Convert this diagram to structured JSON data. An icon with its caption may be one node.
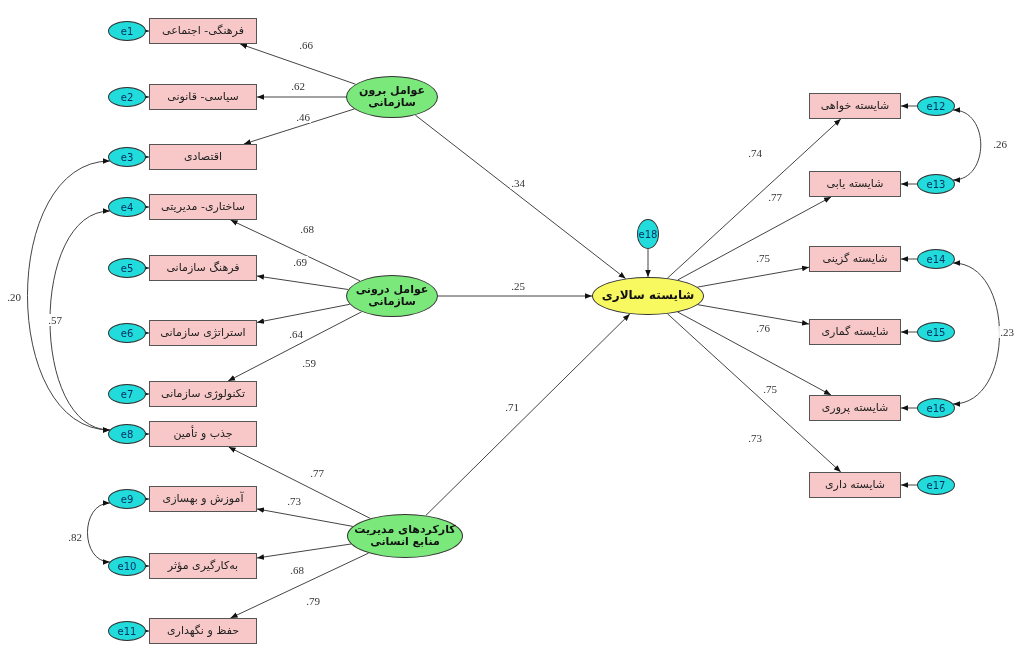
{
  "diagram": {
    "nodes": [
      {
        "text": [
          "عوامل برون سازمانی"
        ]
      },
      {
        "text": [
          "عوامل درونی سازمانی"
        ]
      },
      {
        "text": [
          "کارکردهای مدیریت منابع انسانی"
        ]
      },
      {
        "text": [
          "شایسته سالاری"
        ]
      },
      {
        "text": [
          "فرهنگی- اجتماعی"
        ]
      },
      {
        "text": [
          "سیاسی- قانونی"
        ]
      },
      {
        "text": [
          "اقتصادی"
        ]
      },
      {
        "text": [
          "ساختاری- مدیریتی"
        ]
      },
      {
        "text": [
          "فرهنگ سازمانی"
        ]
      },
      {
        "text": [
          "استراتژی سازمانی"
        ]
      },
      {
        "text": [
          "تکنولوژی سازمانی"
        ]
      },
      {
        "text": [
          "جذب و تأمین"
        ]
      },
      {
        "text": [
          "آموزش و بهسازی"
        ]
      },
      {
        "text": [
          "به‌کارگیری مؤثر"
        ]
      },
      {
        "text": [
          "حفظ و نگهداری"
        ]
      },
      {
        "text": [
          "e1"
        ]
      },
      {
        "text": [
          "e2"
        ]
      },
      {
        "text": [
          "e3"
        ]
      },
      {
        "text": [
          "e4"
        ]
      },
      {
        "text": [
          "e5"
        ]
      },
      {
        "text": [
          "e6"
        ]
      },
      {
        "text": [
          "e7"
        ]
      },
      {
        "text": [
          "e8"
        ]
      },
      {
        "text": [
          "e9"
        ]
      },
      {
        "text": [
          "e10"
        ]
      },
      {
        "text": [
          "e11"
        ]
      },
      {
        "text": [
          "شایسته خواهی"
        ]
      },
      {
        "text": [
          "شایسته یابی"
        ]
      },
      {
        "text": [
          "شایسته گزینی"
        ]
      },
      {
        "text": [
          "شایسته گماری"
        ]
      },
      {
        "text": [
          "شایسته پروری"
        ]
      },
      {
        "text": [
          "شایسته داری"
        ]
      },
      {
        "text": [
          "e12"
        ]
      },
      {
        "text": [
          "e13"
        ]
      },
      {
        "text": [
          "e14"
        ]
      },
      {
        "text": [
          "e15"
        ]
      },
      {
        "text": [
          "e16"
        ]
      },
      {
        "text": [
          "e17"
        ]
      },
      {
        "text": [
          "e18"
        ]
      }
    ],
    "edges": [
      {
        "from": 0,
        "to": 4,
        "arrow": "to",
        "label": ".66"
      },
      {
        "from": 0,
        "to": 5,
        "arrow": "to",
        "label": ".62"
      },
      {
        "from": 0,
        "to": 6,
        "arrow": "to",
        "label": ".46"
      },
      {
        "from": 1,
        "to": 7,
        "arrow": "to",
        "label": ".68"
      },
      {
        "from": 1,
        "to": 8,
        "arrow": "to",
        "label": ".69"
      },
      {
        "from": 1,
        "to": 9,
        "arrow": "to",
        "label": ".64"
      },
      {
        "from": 1,
        "to": 10,
        "arrow": "to",
        "label": ".59"
      },
      {
        "from": 2,
        "to": 11,
        "arrow": "to",
        "label": ".77"
      },
      {
        "from": 2,
        "to": 12,
        "arrow": "to",
        "label": ".73"
      },
      {
        "from": 2,
        "to": 13,
        "arrow": "to",
        "label": ".68"
      },
      {
        "from": 2,
        "to": 14,
        "arrow": "to",
        "label": ".79"
      },
      {
        "from": 0,
        "to": 3,
        "arrow": "to",
        "label": ".34"
      },
      {
        "from": 1,
        "to": 3,
        "arrow": "to",
        "label": ".25"
      },
      {
        "from": 2,
        "to": 3,
        "arrow": "to",
        "label": ".71"
      },
      {
        "from": 3,
        "to": 26,
        "arrow": "to",
        "label": ".74"
      },
      {
        "from": 3,
        "to": 27,
        "arrow": "to",
        "label": ".77"
      },
      {
        "from": 3,
        "to": 28,
        "arrow": "to",
        "label": ".75"
      },
      {
        "from": 3,
        "to": 29,
        "arrow": "to",
        "label": ".76"
      },
      {
        "from": 3,
        "to": 30,
        "arrow": "to",
        "label": ".75"
      },
      {
        "from": 3,
        "to": 31,
        "arrow": "to",
        "label": ".73"
      },
      {
        "from": 15,
        "to": 4,
        "arrow": "to"
      },
      {
        "from": 16,
        "to": 5,
        "arrow": "to"
      },
      {
        "from": 17,
        "to": 6,
        "arrow": "to"
      },
      {
        "from": 18,
        "to": 7,
        "arrow": "to"
      },
      {
        "from": 19,
        "to": 8,
        "arrow": "to"
      },
      {
        "from": 20,
        "to": 9,
        "arrow": "to"
      },
      {
        "from": 21,
        "to": 10,
        "arrow": "to"
      },
      {
        "from": 22,
        "to": 11,
        "arrow": "to"
      },
      {
        "from": 23,
        "to": 12,
        "arrow": "to"
      },
      {
        "from": 24,
        "to": 13,
        "arrow": "to"
      },
      {
        "from": 25,
        "to": 14,
        "arrow": "to"
      },
      {
        "from": 32,
        "to": 26,
        "arrow": "to"
      },
      {
        "from": 33,
        "to": 27,
        "arrow": "to"
      },
      {
        "from": 34,
        "to": 28,
        "arrow": "to"
      },
      {
        "from": 35,
        "to": 29,
        "arrow": "to"
      },
      {
        "from": 36,
        "to": 30,
        "arrow": "to"
      },
      {
        "from": 37,
        "to": 31,
        "arrow": "to"
      },
      {
        "from": 38,
        "to": 3,
        "arrow": "to"
      },
      {
        "from": 17,
        "to": 22,
        "arrow": "both",
        "label": ".20"
      },
      {
        "from": 18,
        "to": 22,
        "arrow": "both",
        "label": ".57"
      },
      {
        "from": 23,
        "to": 24,
        "arrow": "both",
        "label": ".82"
      },
      {
        "from": 32,
        "to": 33,
        "arrow": "both",
        "label": ".26"
      },
      {
        "from": 34,
        "to": 36,
        "arrow": "both",
        "label": ".23"
      }
    ]
  }
}
